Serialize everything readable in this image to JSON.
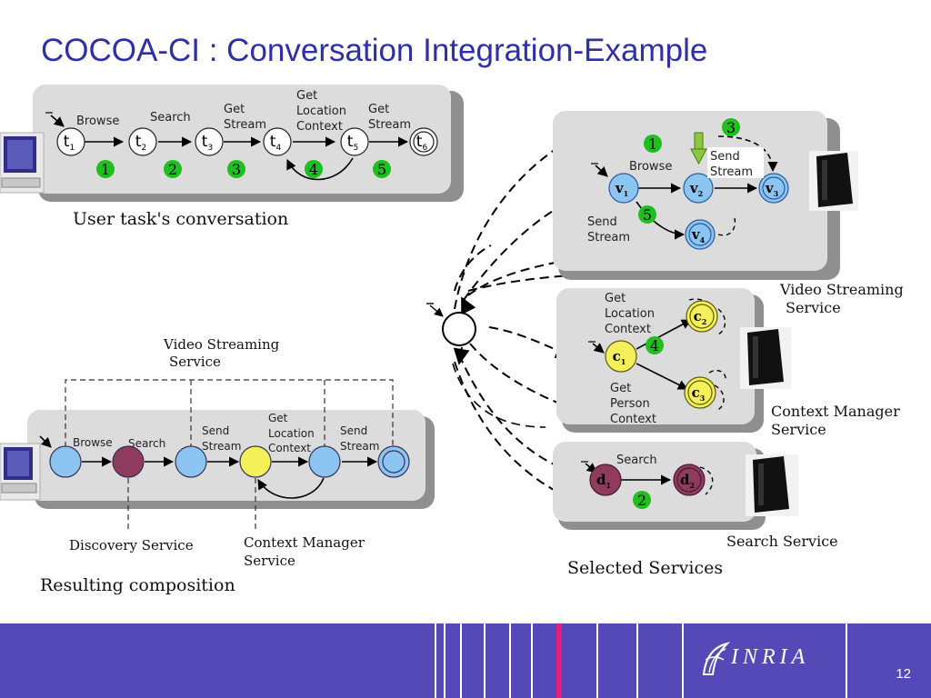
{
  "slide": {
    "title": "COCOA-CI : Conversation Integration-Example",
    "page_number": "12",
    "logo_text": "INRIA"
  },
  "user_task": {
    "caption": "User task's conversation",
    "states": [
      {
        "label": "t",
        "sub": "1"
      },
      {
        "label": "t",
        "sub": "2"
      },
      {
        "label": "t",
        "sub": "3"
      },
      {
        "label": "t",
        "sub": "4"
      },
      {
        "label": "t",
        "sub": "5"
      },
      {
        "label": "t",
        "sub": "6"
      }
    ],
    "transitions": {
      "browse": "Browse",
      "search": "Search",
      "get_stream": [
        "Get",
        "Stream"
      ],
      "get_location_context": [
        "Get",
        "Location",
        "Context"
      ],
      "get_stream_2": [
        "Get",
        "Stream"
      ]
    },
    "markers": [
      "1",
      "2",
      "3",
      "4",
      "5"
    ]
  },
  "composition": {
    "caption": "Resulting composition",
    "top_label": [
      "Video Streaming",
      "Service"
    ],
    "transitions": {
      "browse": "Browse",
      "search": "Search",
      "send_stream": [
        "Send",
        "Stream"
      ],
      "get_location_context": [
        "Get",
        "Location",
        "Context"
      ],
      "send_stream_2": [
        "Send",
        "Stream"
      ]
    },
    "bottom_labels": {
      "discovery": "Discovery Service",
      "context_manager": [
        "Context Manager",
        "Service"
      ]
    }
  },
  "services": {
    "caption": "Selected Services",
    "video": {
      "name": [
        "Video Streaming",
        "Service"
      ],
      "states": [
        {
          "label": "v",
          "sub": "1"
        },
        {
          "label": "v",
          "sub": "2"
        },
        {
          "label": "v",
          "sub": "3"
        },
        {
          "label": "v",
          "sub": "4"
        }
      ],
      "transitions": {
        "browse": "Browse",
        "send_stream": [
          "Send",
          "Stream"
        ],
        "send_stream_2": [
          "Send",
          "Stream"
        ]
      },
      "markers": [
        "1",
        "3",
        "5"
      ]
    },
    "context": {
      "name": [
        "Context Manager",
        "Service"
      ],
      "states": [
        {
          "label": "c",
          "sub": "1"
        },
        {
          "label": "c",
          "sub": "2"
        },
        {
          "label": "c",
          "sub": "3"
        }
      ],
      "transitions": {
        "get_location_context": [
          "Get",
          "Location",
          "Context"
        ],
        "get_person_context": [
          "Get",
          "Person",
          "Context"
        ]
      },
      "markers": [
        "4"
      ]
    },
    "search": {
      "name": "Search Service",
      "states": [
        {
          "label": "d",
          "sub": "1"
        },
        {
          "label": "d",
          "sub": "2"
        }
      ],
      "transitions": {
        "search": "Search"
      },
      "markers": [
        "2"
      ]
    }
  },
  "colors": {
    "title": "#2f2fa8",
    "footer": "#5549b7",
    "marker_green": "#1fbf1f",
    "blue_state": "#8cc4f2",
    "maroon_state": "#8e3b5e",
    "yellow_state": "#f5f05a",
    "box_fill": "#dcdcdc",
    "box_shadow": "#8f8f8f"
  }
}
